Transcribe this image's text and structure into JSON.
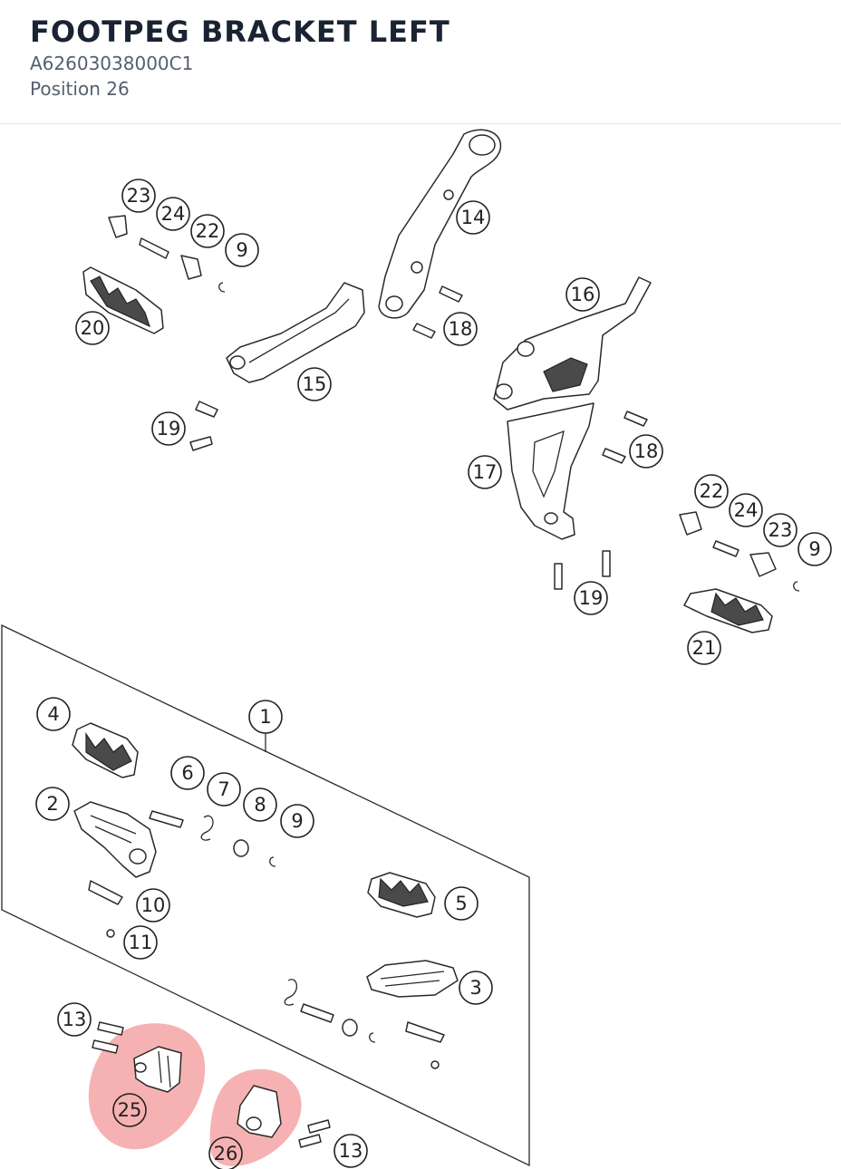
{
  "header": {
    "title": "FOOTPEG BRACKET LEFT",
    "sku": "A62603038000C1",
    "position": "Position 26"
  },
  "callouts": [
    {
      "id": "c23a",
      "label": "23"
    },
    {
      "id": "c24a",
      "label": "24"
    },
    {
      "id": "c22a",
      "label": "22"
    },
    {
      "id": "c9a",
      "label": "9"
    },
    {
      "id": "c20",
      "label": "20"
    },
    {
      "id": "c14",
      "label": "14"
    },
    {
      "id": "c18a",
      "label": "18"
    },
    {
      "id": "c15",
      "label": "15"
    },
    {
      "id": "c16",
      "label": "16"
    },
    {
      "id": "c19a",
      "label": "19"
    },
    {
      "id": "c17",
      "label": "17"
    },
    {
      "id": "c18b",
      "label": "18"
    },
    {
      "id": "c22b",
      "label": "22"
    },
    {
      "id": "c24b",
      "label": "24"
    },
    {
      "id": "c23b",
      "label": "23"
    },
    {
      "id": "c9b",
      "label": "9"
    },
    {
      "id": "c19b",
      "label": "19"
    },
    {
      "id": "c21",
      "label": "21"
    },
    {
      "id": "c1",
      "label": "1"
    },
    {
      "id": "c4",
      "label": "4"
    },
    {
      "id": "c6",
      "label": "6"
    },
    {
      "id": "c7",
      "label": "7"
    },
    {
      "id": "c8",
      "label": "8"
    },
    {
      "id": "c2",
      "label": "2"
    },
    {
      "id": "c9c",
      "label": "9"
    },
    {
      "id": "c10",
      "label": "10"
    },
    {
      "id": "c5",
      "label": "5"
    },
    {
      "id": "c11",
      "label": "11"
    },
    {
      "id": "c3",
      "label": "3"
    },
    {
      "id": "c13a",
      "label": "13"
    },
    {
      "id": "c25",
      "label": "25"
    },
    {
      "id": "c13b",
      "label": "13"
    },
    {
      "id": "c26",
      "label": "26"
    }
  ],
  "highlight_color": "#f4a5a5",
  "highlighted": [
    "25",
    "26"
  ]
}
